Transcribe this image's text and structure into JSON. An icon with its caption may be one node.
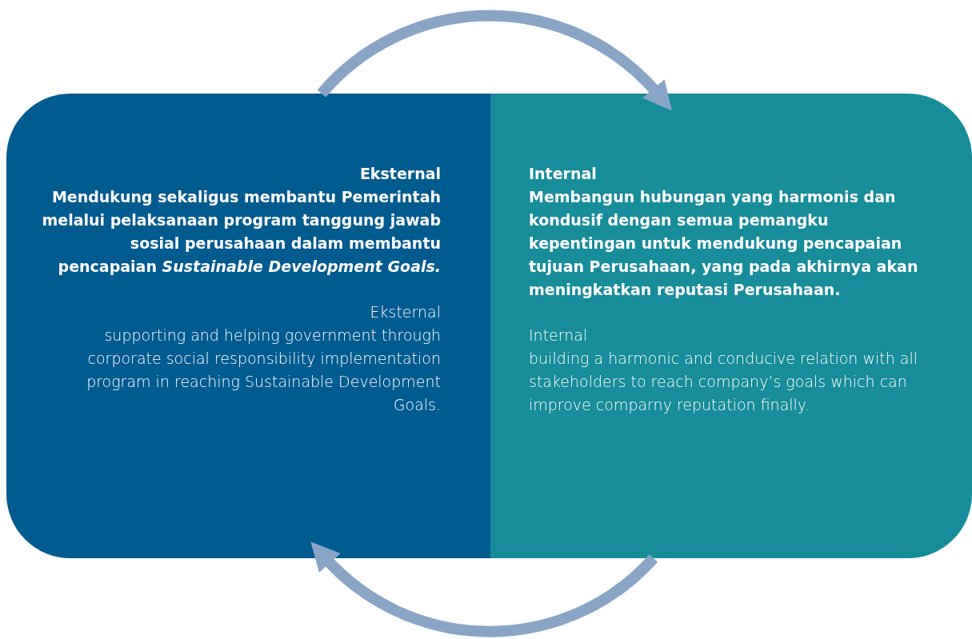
{
  "diagram": {
    "nodes": [
      {
        "text": [
          "Eksternal",
          "Mendukung sekaligus membantu Pemerintah melalui pelaksanaan program tanggung jawab sosial perusahaan dalam membantu pencapaian *Sustainable Development Goals.*",
          "Eksternal",
          "supporting and helping government through corporate social responsibility implementation program in reaching Sustainable Development Goals."
        ]
      },
      {
        "text": [
          "Internal",
          "Membangun hubungan yang harmonis dan kondusif dengan semua pemangku kepentingan untuk mendukung pencapaian tujuan Perusahaan, yang pada akhirnya akan meningkatkan reputasi Perusahaan.",
          "Internal",
          "building a harmonic and conducive relation with all stakeholders to reach company’s goals which can improve comparny reputation finally."
        ]
      }
    ],
    "edges": [
      {
        "from": 0,
        "to": 1,
        "arrow": "to"
      },
      {
        "from": 1,
        "to": 0,
        "arrow": "to"
      }
    ]
  }
}
